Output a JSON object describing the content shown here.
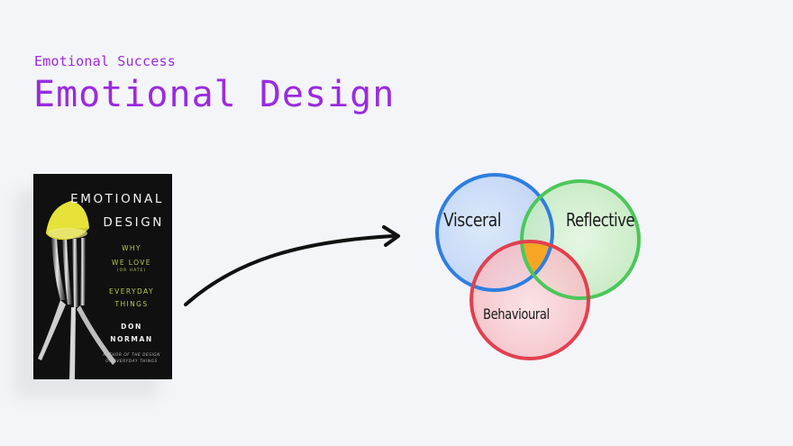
{
  "header": {
    "subtitle": "Emotional Success",
    "title": "Emotional Design"
  },
  "book": {
    "title_line1": "EMOTIONAL",
    "title_line2": "DESIGN",
    "subtitle_line1": "WHY",
    "subtitle_line2": "WE LOVE",
    "subtitle_line3": "(OR HATE)",
    "subtitle_line4": "EVERYDAY",
    "subtitle_line5": "THINGS",
    "author_line1": "DON",
    "author_line2": "NORMAN",
    "credit": "AUTHOR OF THE DESIGN OF EVERYDAY THINGS",
    "colors": {
      "cover": "#101010",
      "subtitle": "#b9c94a",
      "lemon": "#e6e23a"
    }
  },
  "diagram": {
    "labels": {
      "visceral": "Visceral",
      "reflective": "Reflective",
      "behavioural": "Behavioural"
    },
    "colors": {
      "visceral": "#2f7ee0",
      "reflective": "#4cc75a",
      "behavioural": "#e2404f",
      "overlap": "#f6a623"
    }
  },
  "icons": {
    "arrow": "curved-arrow-right-icon"
  }
}
